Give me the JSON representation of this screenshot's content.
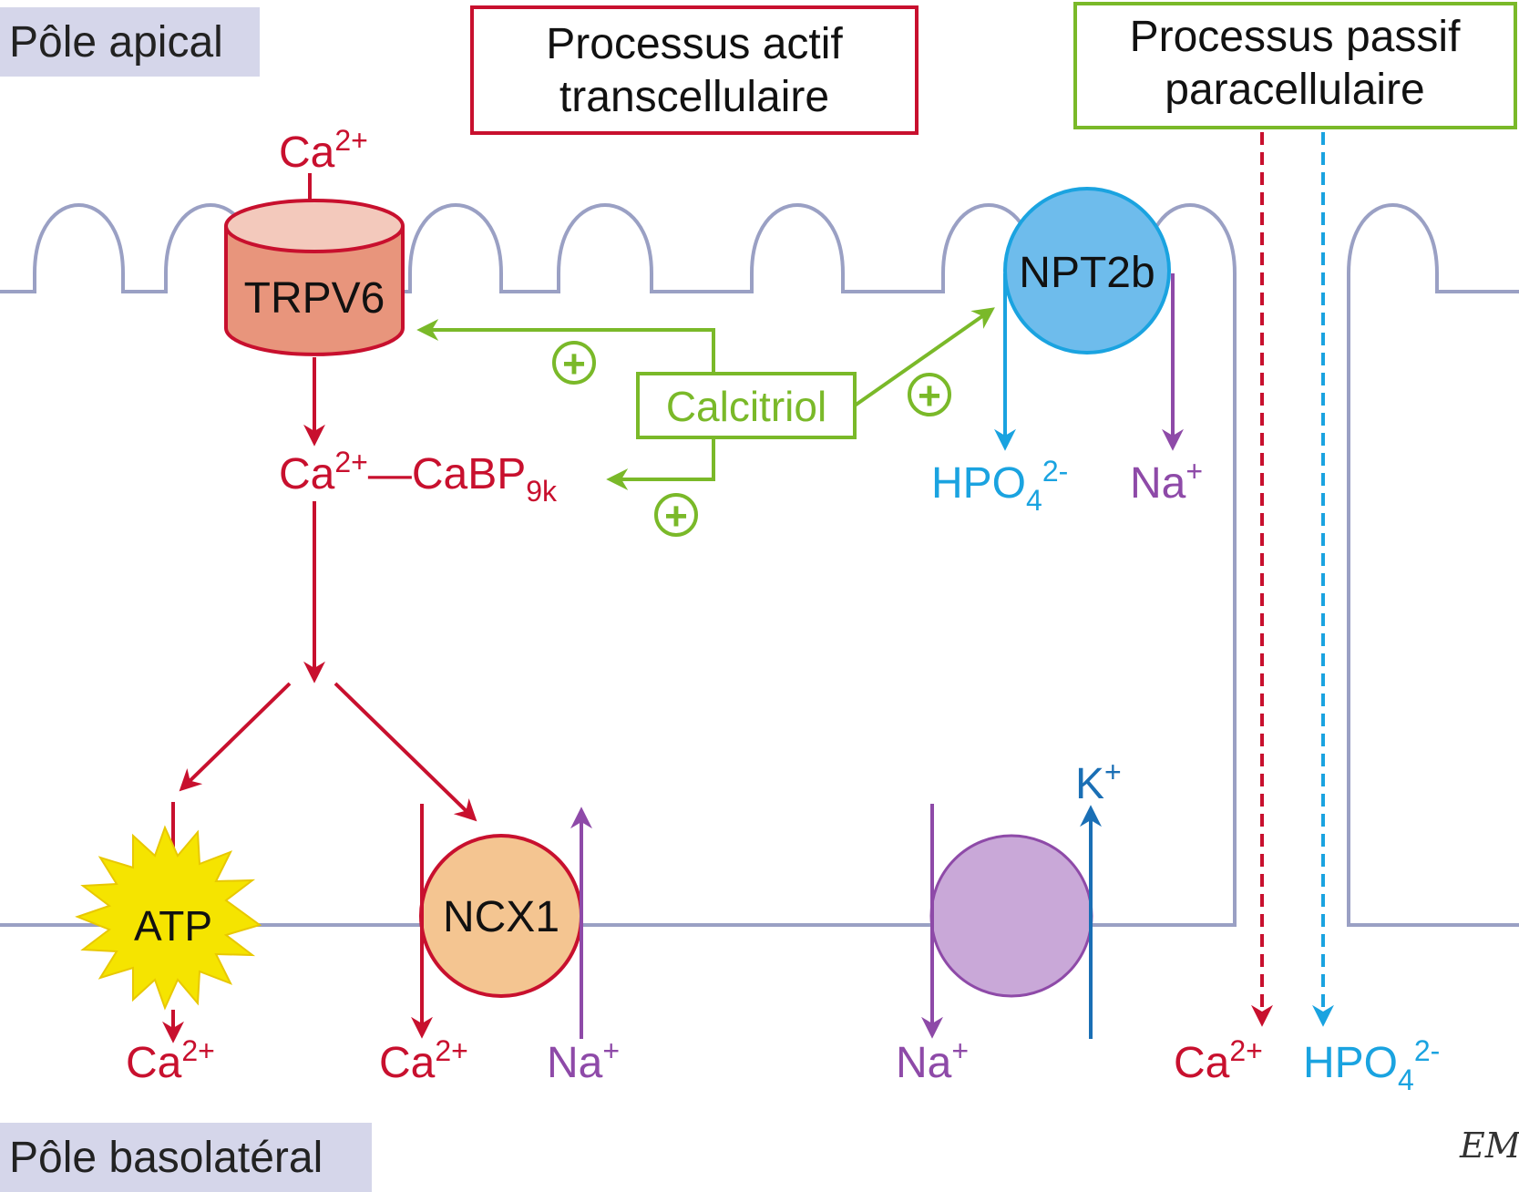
{
  "labels": {
    "pole_apical": "Pôle apical",
    "pole_basolateral": "Pôle basolatéral",
    "emc": "EMC"
  },
  "boxes": {
    "actif_line1": "Processus actif",
    "actif_line2": "transcellulaire",
    "passif_line1": "Processus passif",
    "passif_line2": "paracellulaire"
  },
  "proteins": {
    "trpv6": "TRPV6",
    "npt2b": "NPT2b",
    "atp": "ATP",
    "ncx1": "NCX1",
    "calcitriol": "Calcitriol"
  },
  "ions": {
    "ca": "Ca",
    "ca_charge": "2+",
    "cabp": "—CaBP",
    "cabp_sub": "9k",
    "na": "Na",
    "na_charge": "+",
    "k": "K",
    "k_charge": "+",
    "hpo": "HPO",
    "hpo_sub": "4",
    "hpo_charge": "2-",
    "plus_sign": "+"
  },
  "colors": {
    "red": "#c8102e",
    "green": "#7ab929",
    "blue": "#1aa3e0",
    "darkblue": "#1a6fb5",
    "purple": "#8e4aa8",
    "membrane": "#9aa0c4",
    "label_bg": "#d5d6ea"
  }
}
